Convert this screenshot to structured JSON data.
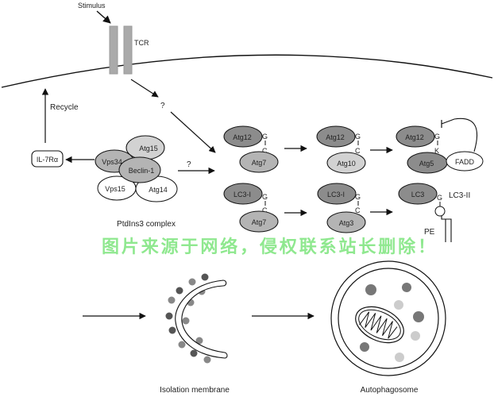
{
  "diagram": {
    "stimulus_label": "Stimulus",
    "receptor_label": "TCR",
    "unknown_mark_1": "?",
    "unknown_mark_2": "?",
    "recycle_label": "Recycle",
    "receptor_box_label": "IL-7Rα",
    "complex": {
      "caption": "PtdIns3 complex",
      "subunits": [
        "Atg15",
        "Vps34",
        "Beclin-1",
        "Vps15",
        "Atg14"
      ]
    },
    "atg12_pathway": {
      "step1": {
        "top": "Atg12",
        "bottom": "Atg7",
        "top_residue": "G",
        "bottom_residue": "C"
      },
      "step2": {
        "top": "Atg12",
        "bottom": "Atg10",
        "top_residue": "G",
        "bottom_residue": "C"
      },
      "step3": {
        "top": "Atg12",
        "bottom": "Atg5",
        "partner": "FADD",
        "top_residue": "G",
        "bottom_residue": "K"
      }
    },
    "lc3_pathway": {
      "step1": {
        "top": "LC3-I",
        "bottom": "Atg7",
        "top_residue": "G",
        "bottom_residue": "C"
      },
      "step2": {
        "top": "LC3-I",
        "bottom": "Atg3",
        "top_residue": "G",
        "bottom_residue": "C"
      },
      "step3": {
        "top": "LC3",
        "top_residue": "G",
        "product_label": "LC3-II",
        "lipid_label": "PE"
      }
    },
    "isolation_membrane_label": "Isolation membrane",
    "autophagosome_label": "Autophagosome",
    "watermark": "图片来源于网络，侵权联系站长删除！"
  },
  "colors": {
    "dark_protein": "#8c8c8c",
    "mid_protein": "#b4b4b4",
    "light_protein": "#d2d2d2",
    "receptor": "#aaaaaa",
    "line": "#111111",
    "watermark": "#8fe88f"
  }
}
